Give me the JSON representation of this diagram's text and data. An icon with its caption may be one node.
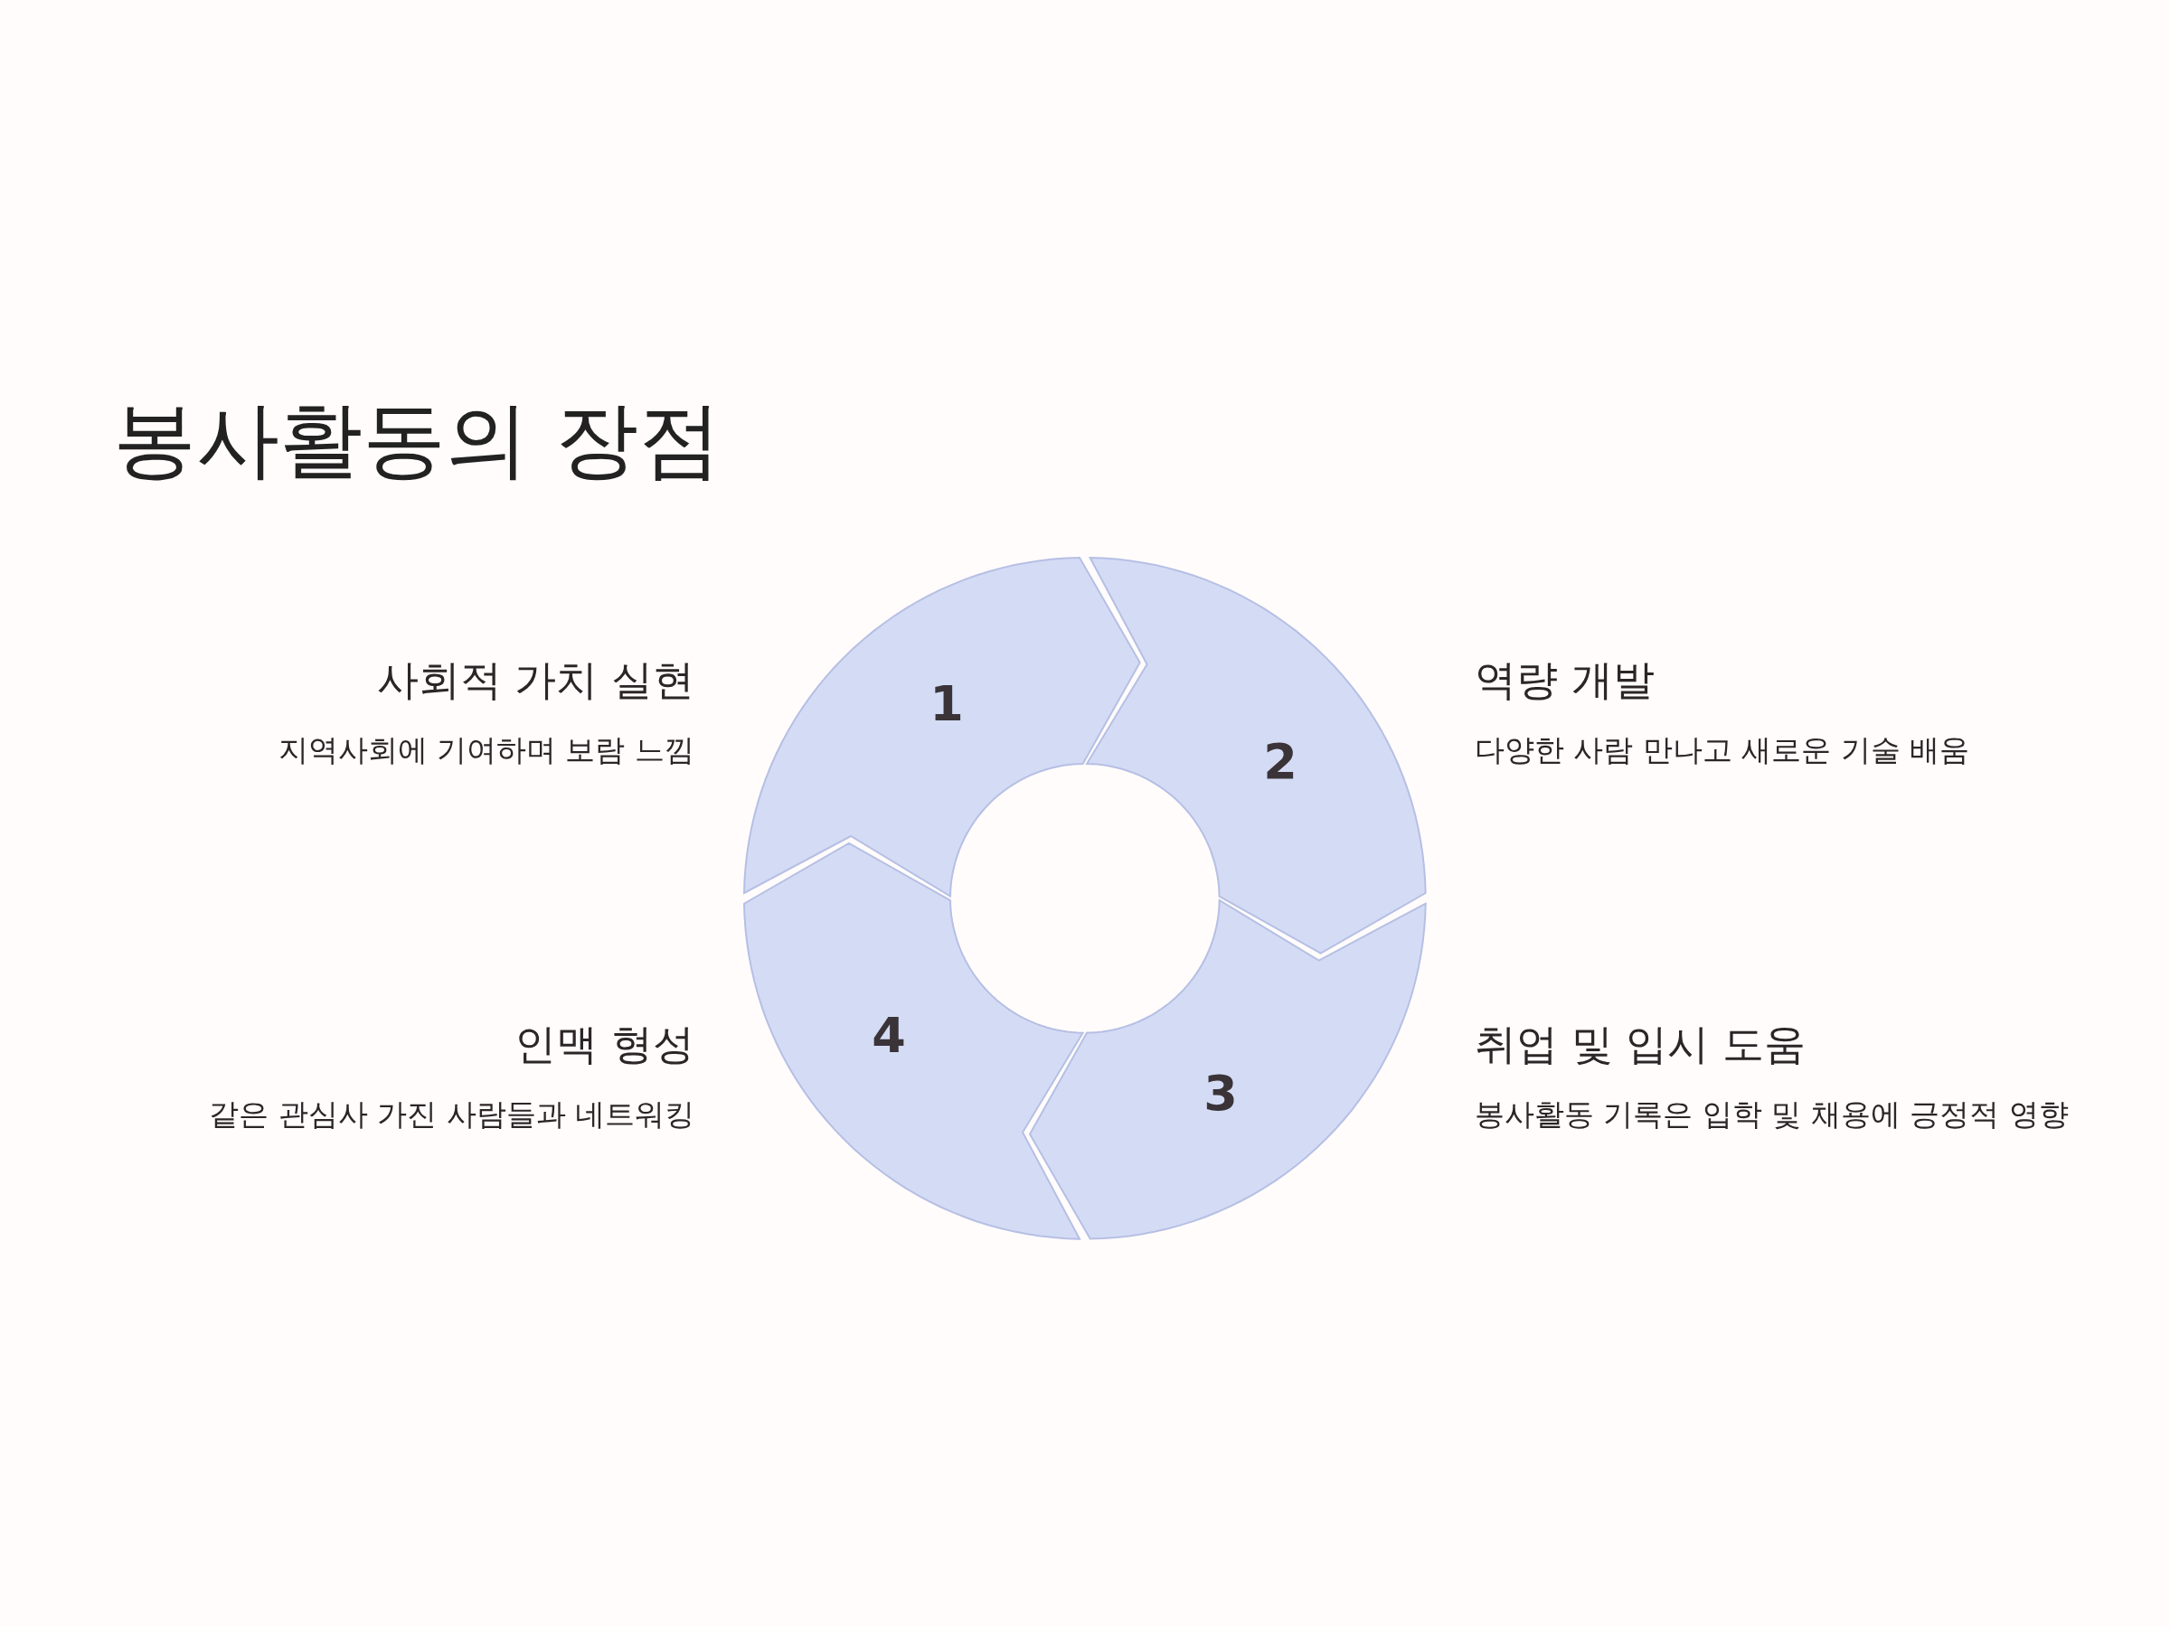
{
  "diagram": {
    "title": "봉사활동의 장점",
    "nodes": [
      {
        "text": [
          "1"
        ],
        "beside": [
          "사회적 가치 실현",
          "지역사회에 기여하며 보람 느낌"
        ]
      },
      {
        "text": [
          "2"
        ],
        "beside": [
          "역량 개발",
          "다양한 사람 만나고 새로운 기술 배움"
        ]
      },
      {
        "text": [
          "3"
        ],
        "beside": [
          "취업 및 입시 도움",
          "봉사활동 기록은 입학 및 채용에 긍정적 영향"
        ]
      },
      {
        "text": [
          "4"
        ],
        "beside": [
          "인맥 형성",
          "같은 관심사 가진 사람들과 네트워킹"
        ]
      }
    ]
  }
}
